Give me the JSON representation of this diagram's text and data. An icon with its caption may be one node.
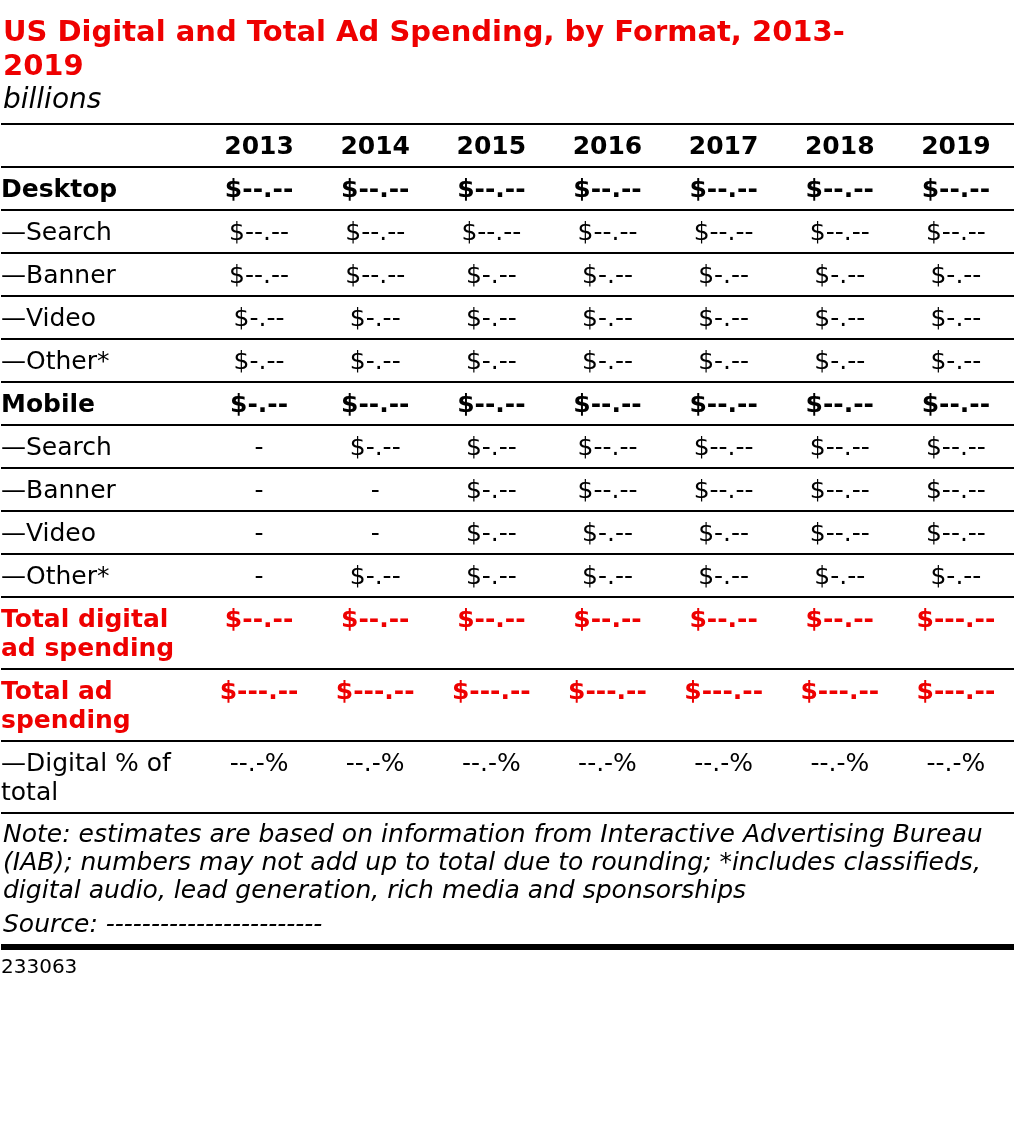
{
  "diagram": {
    "title": "US Digital and Total Ad Spending, by Format, 2013-2019",
    "labels": [
      "billions",
      "2013",
      "2014",
      "2015",
      "2016",
      "2017",
      "2018",
      "2019",
      "Desktop",
      "$--.--",
      "$--.--",
      "$--.--",
      "$--.--",
      "$--.--",
      "$--.--",
      "$--.--",
      "—Search",
      "$--.--",
      "$--.--",
      "$--.--",
      "$--.--",
      "$--.--",
      "$--.--",
      "$--.--",
      "—Banner",
      "$--.--",
      "$--.--",
      "$-.--",
      "$-.--",
      "$-.--",
      "$-.--",
      "$-.--",
      "—Video",
      "$-.--",
      "$-.--",
      "$-.--",
      "$-.--",
      "$-.--",
      "$-.--",
      "$-.--",
      "—Other*",
      "$-.--",
      "$-.--",
      "$-.--",
      "$-.--",
      "$-.--",
      "$-.--",
      "$-.--",
      "Mobile",
      "$-.--",
      "$--.--",
      "$--.--",
      "$--.--",
      "$--.--",
      "$--.--",
      "$--.--",
      "—Search",
      "-",
      "$-.--",
      "$-.--",
      "$--.--",
      "$--.--",
      "$--.--",
      "$--.--",
      "—Banner",
      "-",
      "-",
      "$-.--",
      "$--.--",
      "$--.--",
      "$--.--",
      "$--.--",
      "—Video",
      "-",
      "-",
      "$-.--",
      "$-.--",
      "$-.--",
      "$--.--",
      "$--.--",
      "—Other*",
      "-",
      "$-.--",
      "$-.--",
      "$-.--",
      "$-.--",
      "$-.--",
      "$-.--",
      "Total digital ad spending",
      "$--.--",
      "$--.--",
      "$--.--",
      "$--.--",
      "$--.--",
      "$--.--",
      "$---.--",
      "Total ad spending",
      "$---.--",
      "$---.--",
      "$---.--",
      "$---.--",
      "$---.--",
      "$---.--",
      "$---.--",
      "—Digital % of total",
      "--.-%",
      "--.-%",
      "--.-%",
      "--.-%",
      "--.-%",
      "--.-%",
      "--.-%",
      "Note: estimates are based on information from Interactive Advertising Bureau (IAB); numbers may not add up to total due to rounding; *includes classifieds, digital audio, lead generation, rich media and sponsorships",
      "Source: ------------------------",
      "233063"
    ]
  }
}
